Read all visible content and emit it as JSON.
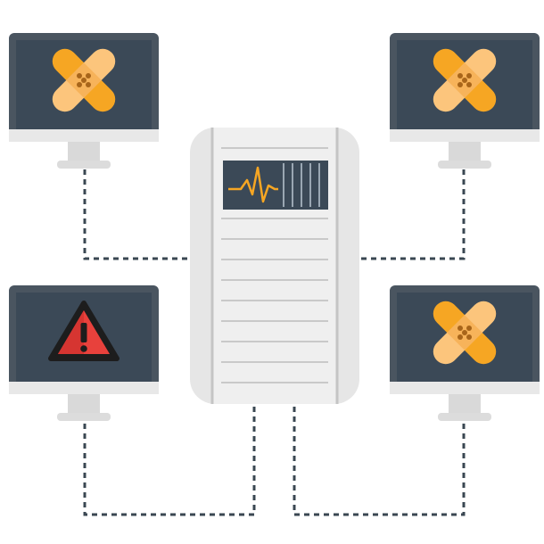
{
  "diagram": {
    "server": {
      "icon": "server-rack-icon",
      "screen_icon": "heartbeat-pulse-icon",
      "screen_color": "#3b4957",
      "pulse_color": "#f6a623",
      "body_color": "#e6e6e6",
      "panel_line_color": "#c4c4c4"
    },
    "monitors": [
      {
        "id": "top-left",
        "status": "patched",
        "overlay_icon": "bandage-cross-icon"
      },
      {
        "id": "top-right",
        "status": "patched",
        "overlay_icon": "bandage-cross-icon"
      },
      {
        "id": "bottom-left",
        "status": "warning",
        "overlay_icon": "warning-triangle-icon"
      },
      {
        "id": "bottom-right",
        "status": "patched",
        "overlay_icon": "bandage-cross-icon"
      }
    ],
    "colors": {
      "monitor_frame": "#4a5560",
      "monitor_screen": "#3b4957",
      "monitor_bezel": "#e8e8e8",
      "stand": "#d9d9d9",
      "bandage_dark": "#f6a623",
      "bandage_light": "#fcc57c",
      "warning_red": "#e8413c",
      "warning_dark": "#1d1d1d",
      "connector": "#3a4752"
    }
  }
}
